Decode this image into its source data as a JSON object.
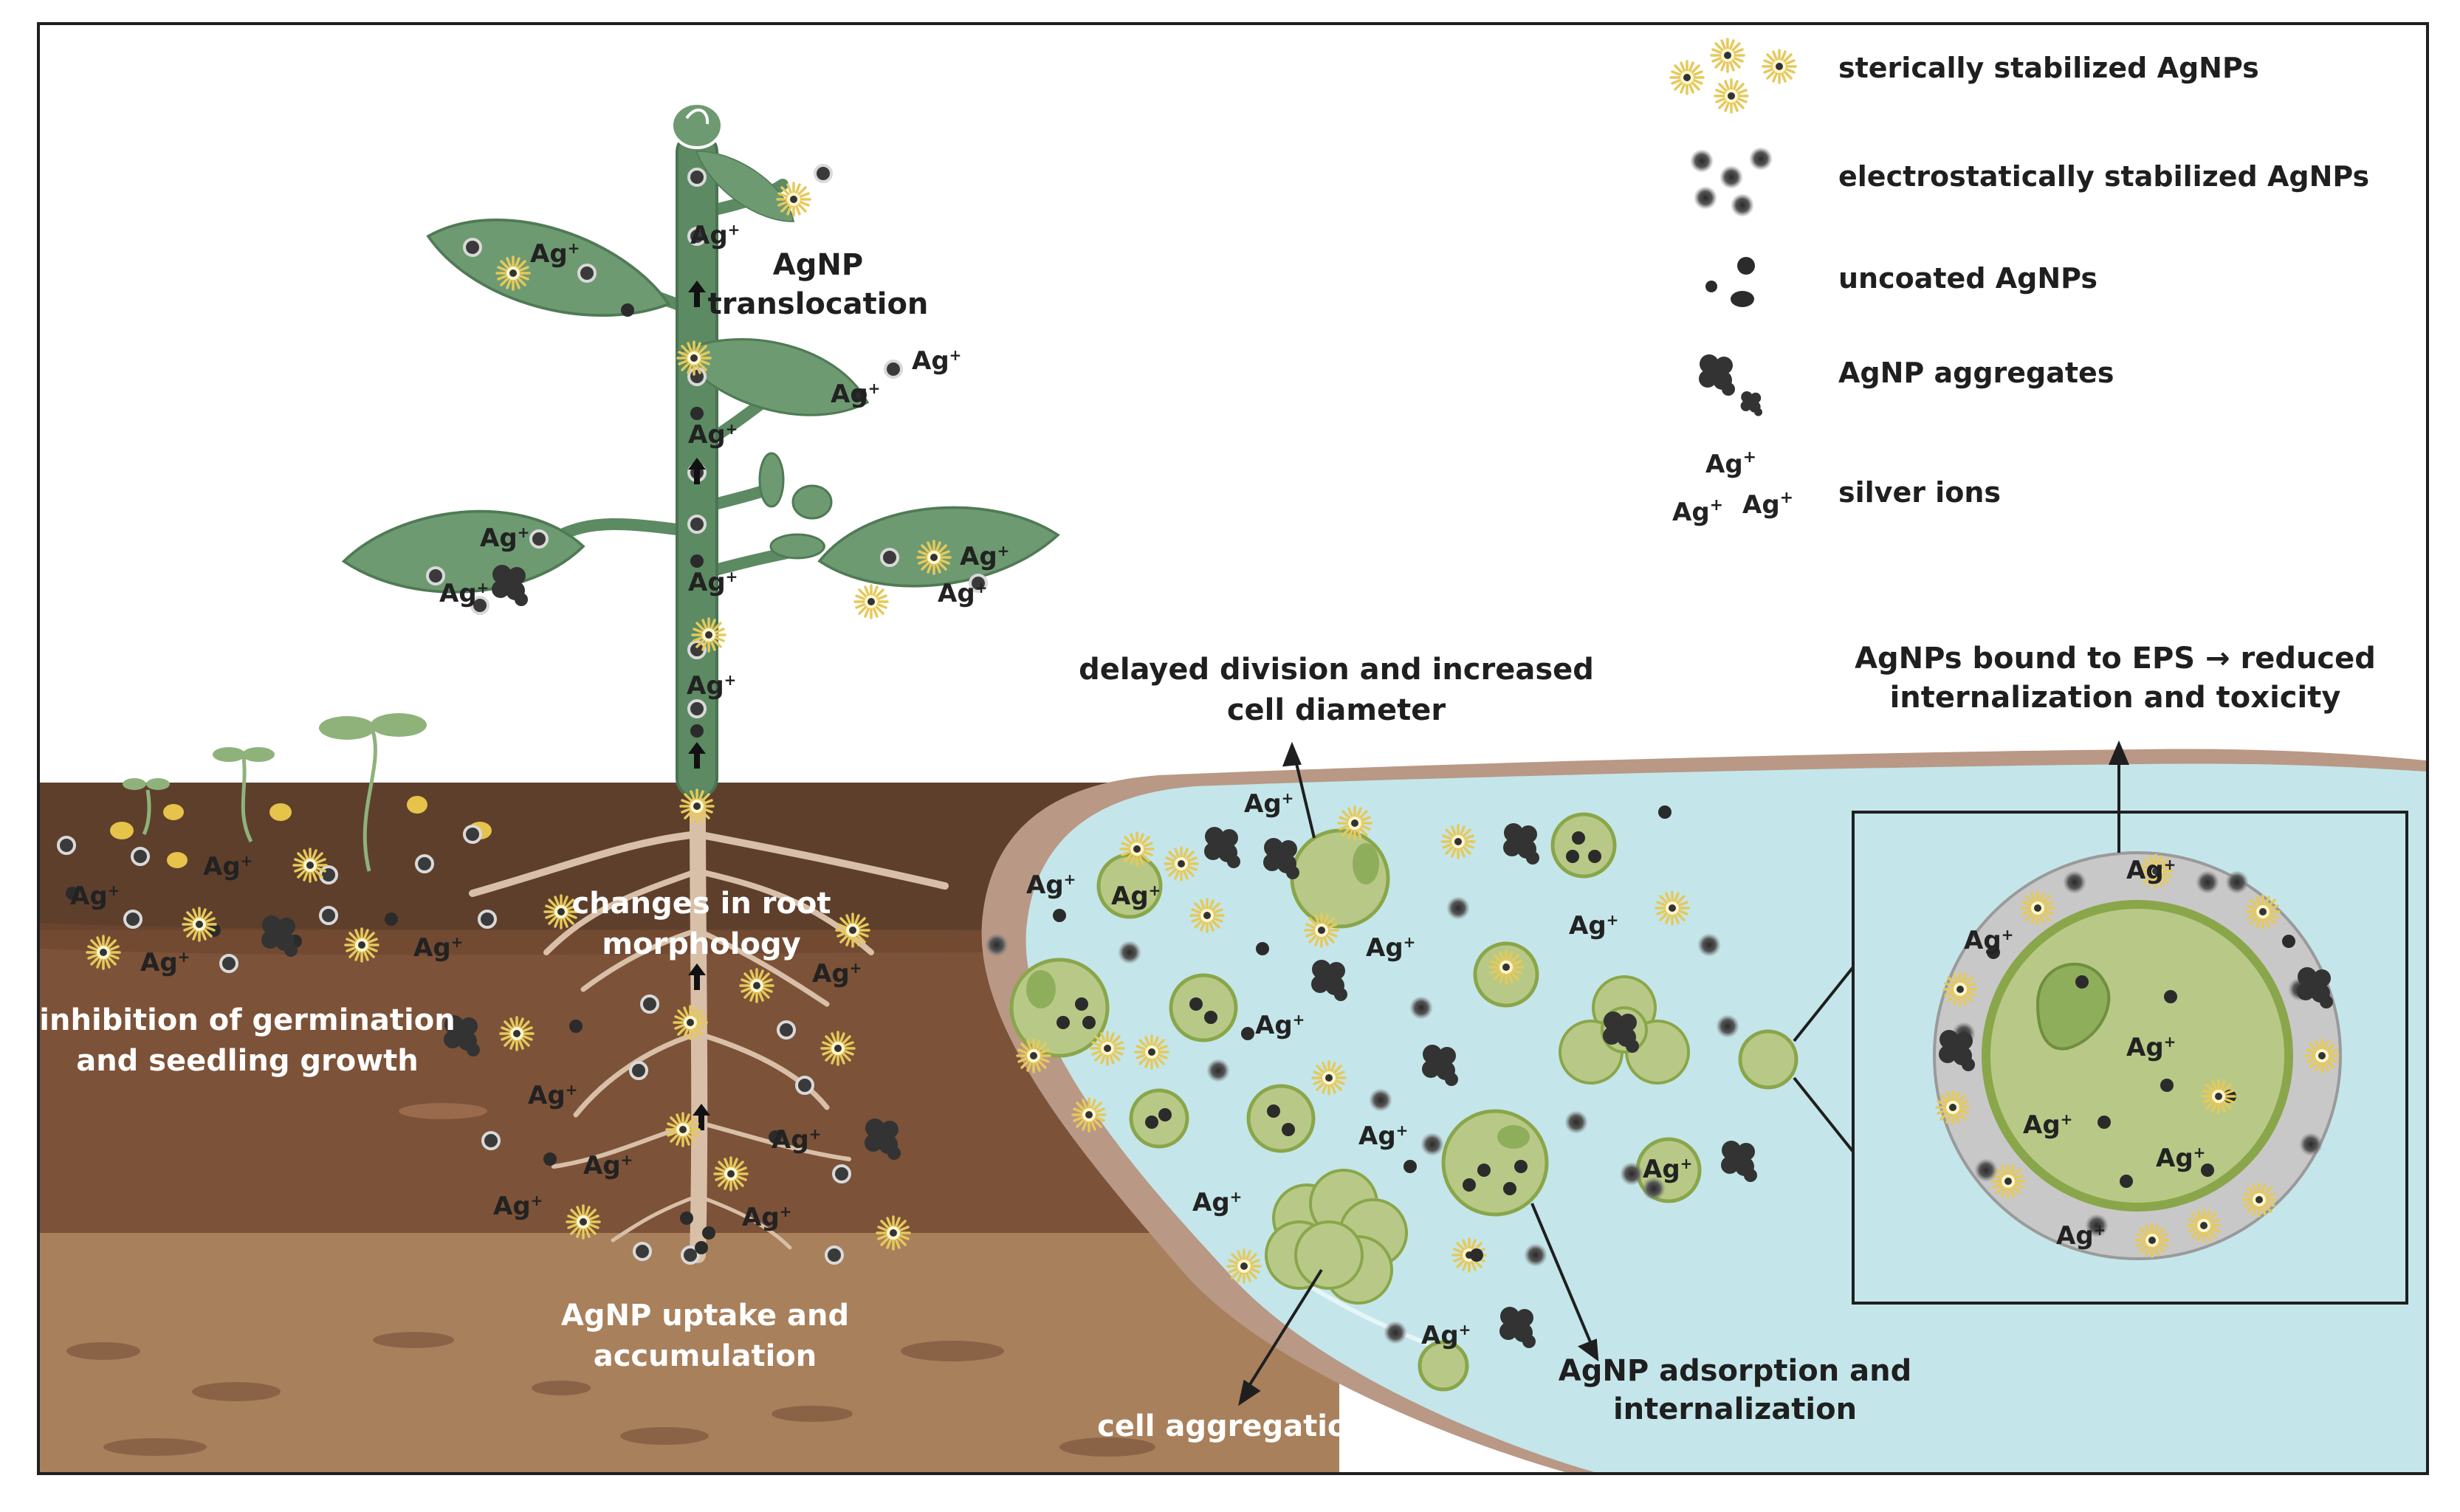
{
  "legend": {
    "items": [
      {
        "label": "sterically stabilized AgNPs",
        "icon": "sterically-stabilized-agnp-icon"
      },
      {
        "label": "electrostatically stabilized AgNPs",
        "icon": "electrostatic-agnp-icon"
      },
      {
        "label": "uncoated AgNPs",
        "icon": "uncoated-agnp-icon"
      },
      {
        "label": "AgNP aggregates",
        "icon": "aggregate-icon"
      },
      {
        "label": "silver ions",
        "icon": "silver-ion-icon"
      }
    ],
    "ion_symbol": "Ag",
    "ion_charge": "+"
  },
  "labels": {
    "translocation_l1": "AgNP",
    "translocation_l2": "translocation",
    "root_l1": "changes in root",
    "root_l2": "morphology",
    "germination_l1": "inhibition of germination",
    "germination_l2": "and seedling growth",
    "uptake_l1": "AgNP uptake and",
    "uptake_l2": "accumulation",
    "division_l1": "delayed division and increased",
    "division_l2": "cell diameter",
    "eps_l1": "AgNPs bound to EPS → reduced",
    "eps_l2": "internalization and toxicity",
    "aggregation": "cell aggregation",
    "adsorption_l1": "AgNP adsorption and",
    "adsorption_l2": "internalization"
  },
  "colors": {
    "soil_top": "#5e3f2c",
    "soil_mid": "#7c5238",
    "soil_bottom": "#a9805c",
    "water": "#c4e6ea",
    "water_edge": "#b99886",
    "leaf": "#6e9a72",
    "stem": "#5c8a62",
    "root": "#d8bfa8",
    "cell": "#b8c987",
    "cell_edge": "#8aa64a",
    "nucleus": "#8fae5c",
    "eps_ring": "#c8c8c8",
    "frame": "#1f1f1f"
  }
}
